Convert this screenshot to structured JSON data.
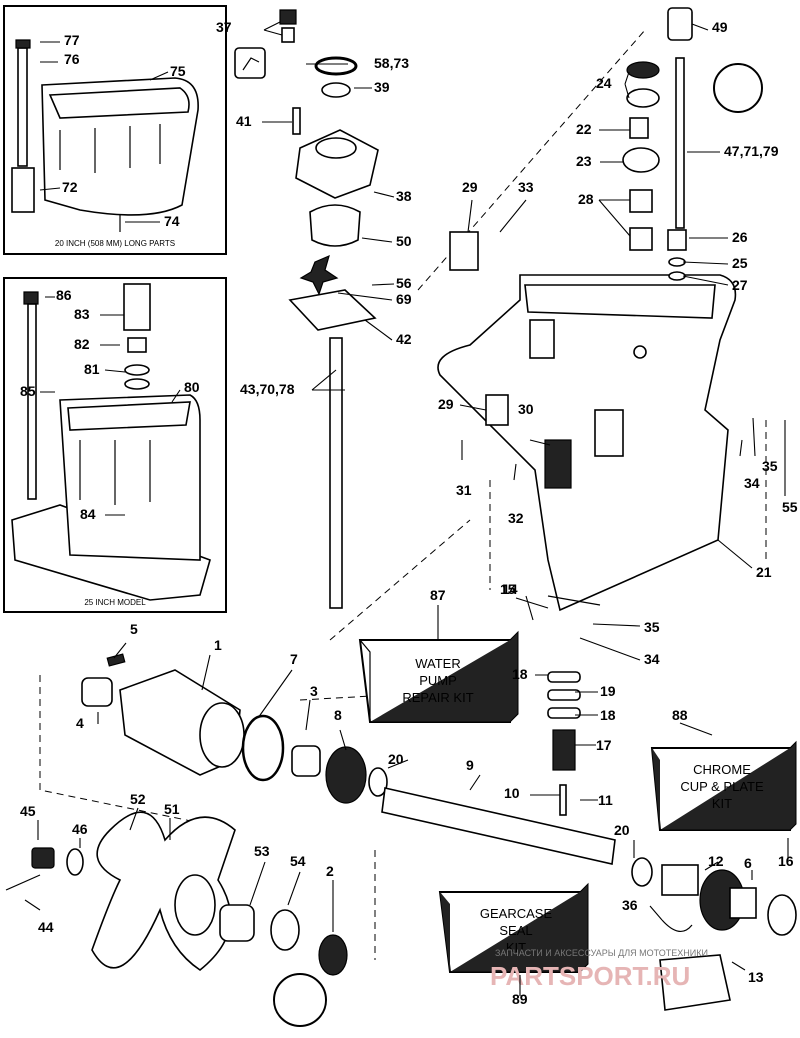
{
  "callouts": [
    {
      "id": "c77",
      "text": "77"
    },
    {
      "id": "c76",
      "text": "76"
    },
    {
      "id": "c75",
      "text": "75"
    },
    {
      "id": "c72",
      "text": "72"
    },
    {
      "id": "c74",
      "text": "74"
    },
    {
      "id": "c86",
      "text": "86"
    },
    {
      "id": "c83",
      "text": "83"
    },
    {
      "id": "c82",
      "text": "82"
    },
    {
      "id": "c81",
      "text": "81"
    },
    {
      "id": "c80",
      "text": "80"
    },
    {
      "id": "c85",
      "text": "85"
    },
    {
      "id": "c84",
      "text": "84"
    },
    {
      "id": "c37",
      "text": "37"
    },
    {
      "id": "c58",
      "text": "58,73"
    },
    {
      "id": "c39",
      "text": "39"
    },
    {
      "id": "c41",
      "text": "41"
    },
    {
      "id": "c38",
      "text": "38"
    },
    {
      "id": "c50",
      "text": "50"
    },
    {
      "id": "c56",
      "text": "56"
    },
    {
      "id": "c69",
      "text": "69"
    },
    {
      "id": "c42",
      "text": "42"
    },
    {
      "id": "c43",
      "text": "43,70,78"
    },
    {
      "id": "c29a",
      "text": "29"
    },
    {
      "id": "c33",
      "text": "33"
    },
    {
      "id": "c49",
      "text": "49"
    },
    {
      "id": "c24",
      "text": "24"
    },
    {
      "id": "c22",
      "text": "22"
    },
    {
      "id": "c47",
      "text": "47,71,79"
    },
    {
      "id": "c23",
      "text": "23"
    },
    {
      "id": "c28",
      "text": "28"
    },
    {
      "id": "c26",
      "text": "26"
    },
    {
      "id": "c25",
      "text": "25"
    },
    {
      "id": "c27",
      "text": "27"
    },
    {
      "id": "c29b",
      "text": "29"
    },
    {
      "id": "c30",
      "text": "30"
    },
    {
      "id": "c31",
      "text": "31"
    },
    {
      "id": "c32",
      "text": "32"
    },
    {
      "id": "c35a",
      "text": "35"
    },
    {
      "id": "c34a",
      "text": "34"
    },
    {
      "id": "c55",
      "text": "55"
    },
    {
      "id": "c21",
      "text": "21"
    },
    {
      "id": "c15",
      "text": "15"
    },
    {
      "id": "c14",
      "text": "14"
    },
    {
      "id": "c35b",
      "text": "35"
    },
    {
      "id": "c34b",
      "text": "34"
    },
    {
      "id": "c87",
      "text": "87"
    },
    {
      "id": "c5",
      "text": "5"
    },
    {
      "id": "c1",
      "text": "1"
    },
    {
      "id": "c7",
      "text": "7"
    },
    {
      "id": "c4",
      "text": "4"
    },
    {
      "id": "c3",
      "text": "3"
    },
    {
      "id": "c8",
      "text": "8"
    },
    {
      "id": "c20a",
      "text": "20"
    },
    {
      "id": "c9",
      "text": "9"
    },
    {
      "id": "c18a",
      "text": "18"
    },
    {
      "id": "c19",
      "text": "19"
    },
    {
      "id": "c18b",
      "text": "18"
    },
    {
      "id": "c17",
      "text": "17"
    },
    {
      "id": "c10",
      "text": "10"
    },
    {
      "id": "c11",
      "text": "11"
    },
    {
      "id": "c88",
      "text": "88"
    },
    {
      "id": "c20b",
      "text": "20"
    },
    {
      "id": "c12",
      "text": "12"
    },
    {
      "id": "c6",
      "text": "6"
    },
    {
      "id": "c16",
      "text": "16"
    },
    {
      "id": "c36",
      "text": "36"
    },
    {
      "id": "c13",
      "text": "13"
    },
    {
      "id": "c45",
      "text": "45"
    },
    {
      "id": "c52",
      "text": "52"
    },
    {
      "id": "c51",
      "text": "51"
    },
    {
      "id": "c46",
      "text": "46"
    },
    {
      "id": "c53",
      "text": "53"
    },
    {
      "id": "c54",
      "text": "54"
    },
    {
      "id": "c2",
      "text": "2"
    },
    {
      "id": "c44",
      "text": "44"
    },
    {
      "id": "c89",
      "text": "89"
    }
  ],
  "insets": {
    "long_parts_caption": "20 INCH (508 MM) LONG PARTS",
    "model_25_caption": "25 INCH MODEL"
  },
  "kits": {
    "water_pump": [
      "WATER",
      "PUMP",
      "REPAIR KIT"
    ],
    "chrome_cup": [
      "CHROME",
      "CUP & PLATE",
      "KIT"
    ],
    "gearcase_seal": [
      "GEARCASE",
      "SEAL",
      "KIT"
    ]
  },
  "watermark": {
    "line": "ЗАПЧАСТИ И АКСЕССУАРЫ ДЛЯ МОТОТЕХНИКИ",
    "site": "PARTSPORT.RU"
  }
}
